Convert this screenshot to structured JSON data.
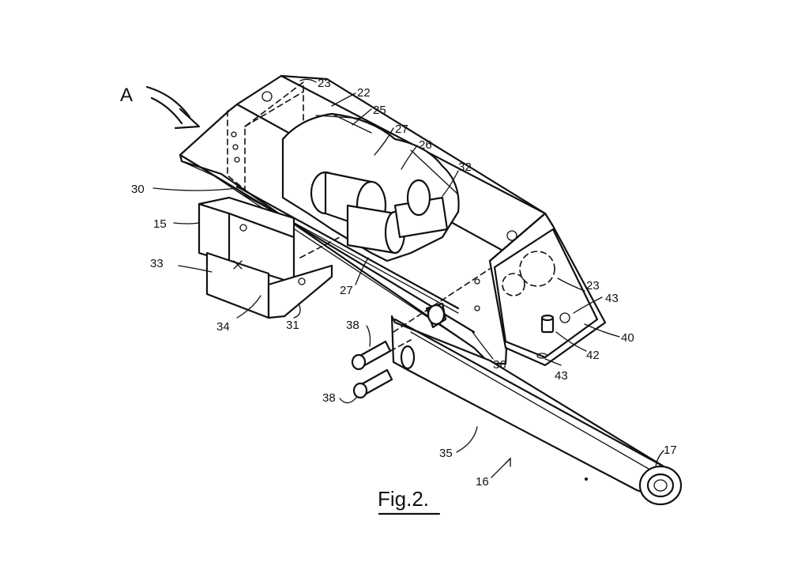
{
  "figure": {
    "caption": "Fig.2.",
    "view_arrow_label": "A"
  },
  "labels": [
    {
      "id": "l23a",
      "text": "23"
    },
    {
      "id": "l22",
      "text": "22"
    },
    {
      "id": "l25",
      "text": "25"
    },
    {
      "id": "l27a",
      "text": "27"
    },
    {
      "id": "l26",
      "text": "26"
    },
    {
      "id": "l32",
      "text": "32"
    },
    {
      "id": "l30",
      "text": "30"
    },
    {
      "id": "l15",
      "text": "15"
    },
    {
      "id": "l33",
      "text": "33"
    },
    {
      "id": "l27b",
      "text": "27"
    },
    {
      "id": "l34",
      "text": "34"
    },
    {
      "id": "l31",
      "text": "31"
    },
    {
      "id": "l23b",
      "text": "23"
    },
    {
      "id": "l43a",
      "text": "43"
    },
    {
      "id": "l40",
      "text": "40"
    },
    {
      "id": "l42",
      "text": "42"
    },
    {
      "id": "l43b",
      "text": "43"
    },
    {
      "id": "l36",
      "text": "36"
    },
    {
      "id": "l38a",
      "text": "38"
    },
    {
      "id": "l38b",
      "text": "38"
    },
    {
      "id": "l35",
      "text": "35"
    },
    {
      "id": "l16",
      "text": "16"
    },
    {
      "id": "l17",
      "text": "17"
    }
  ]
}
